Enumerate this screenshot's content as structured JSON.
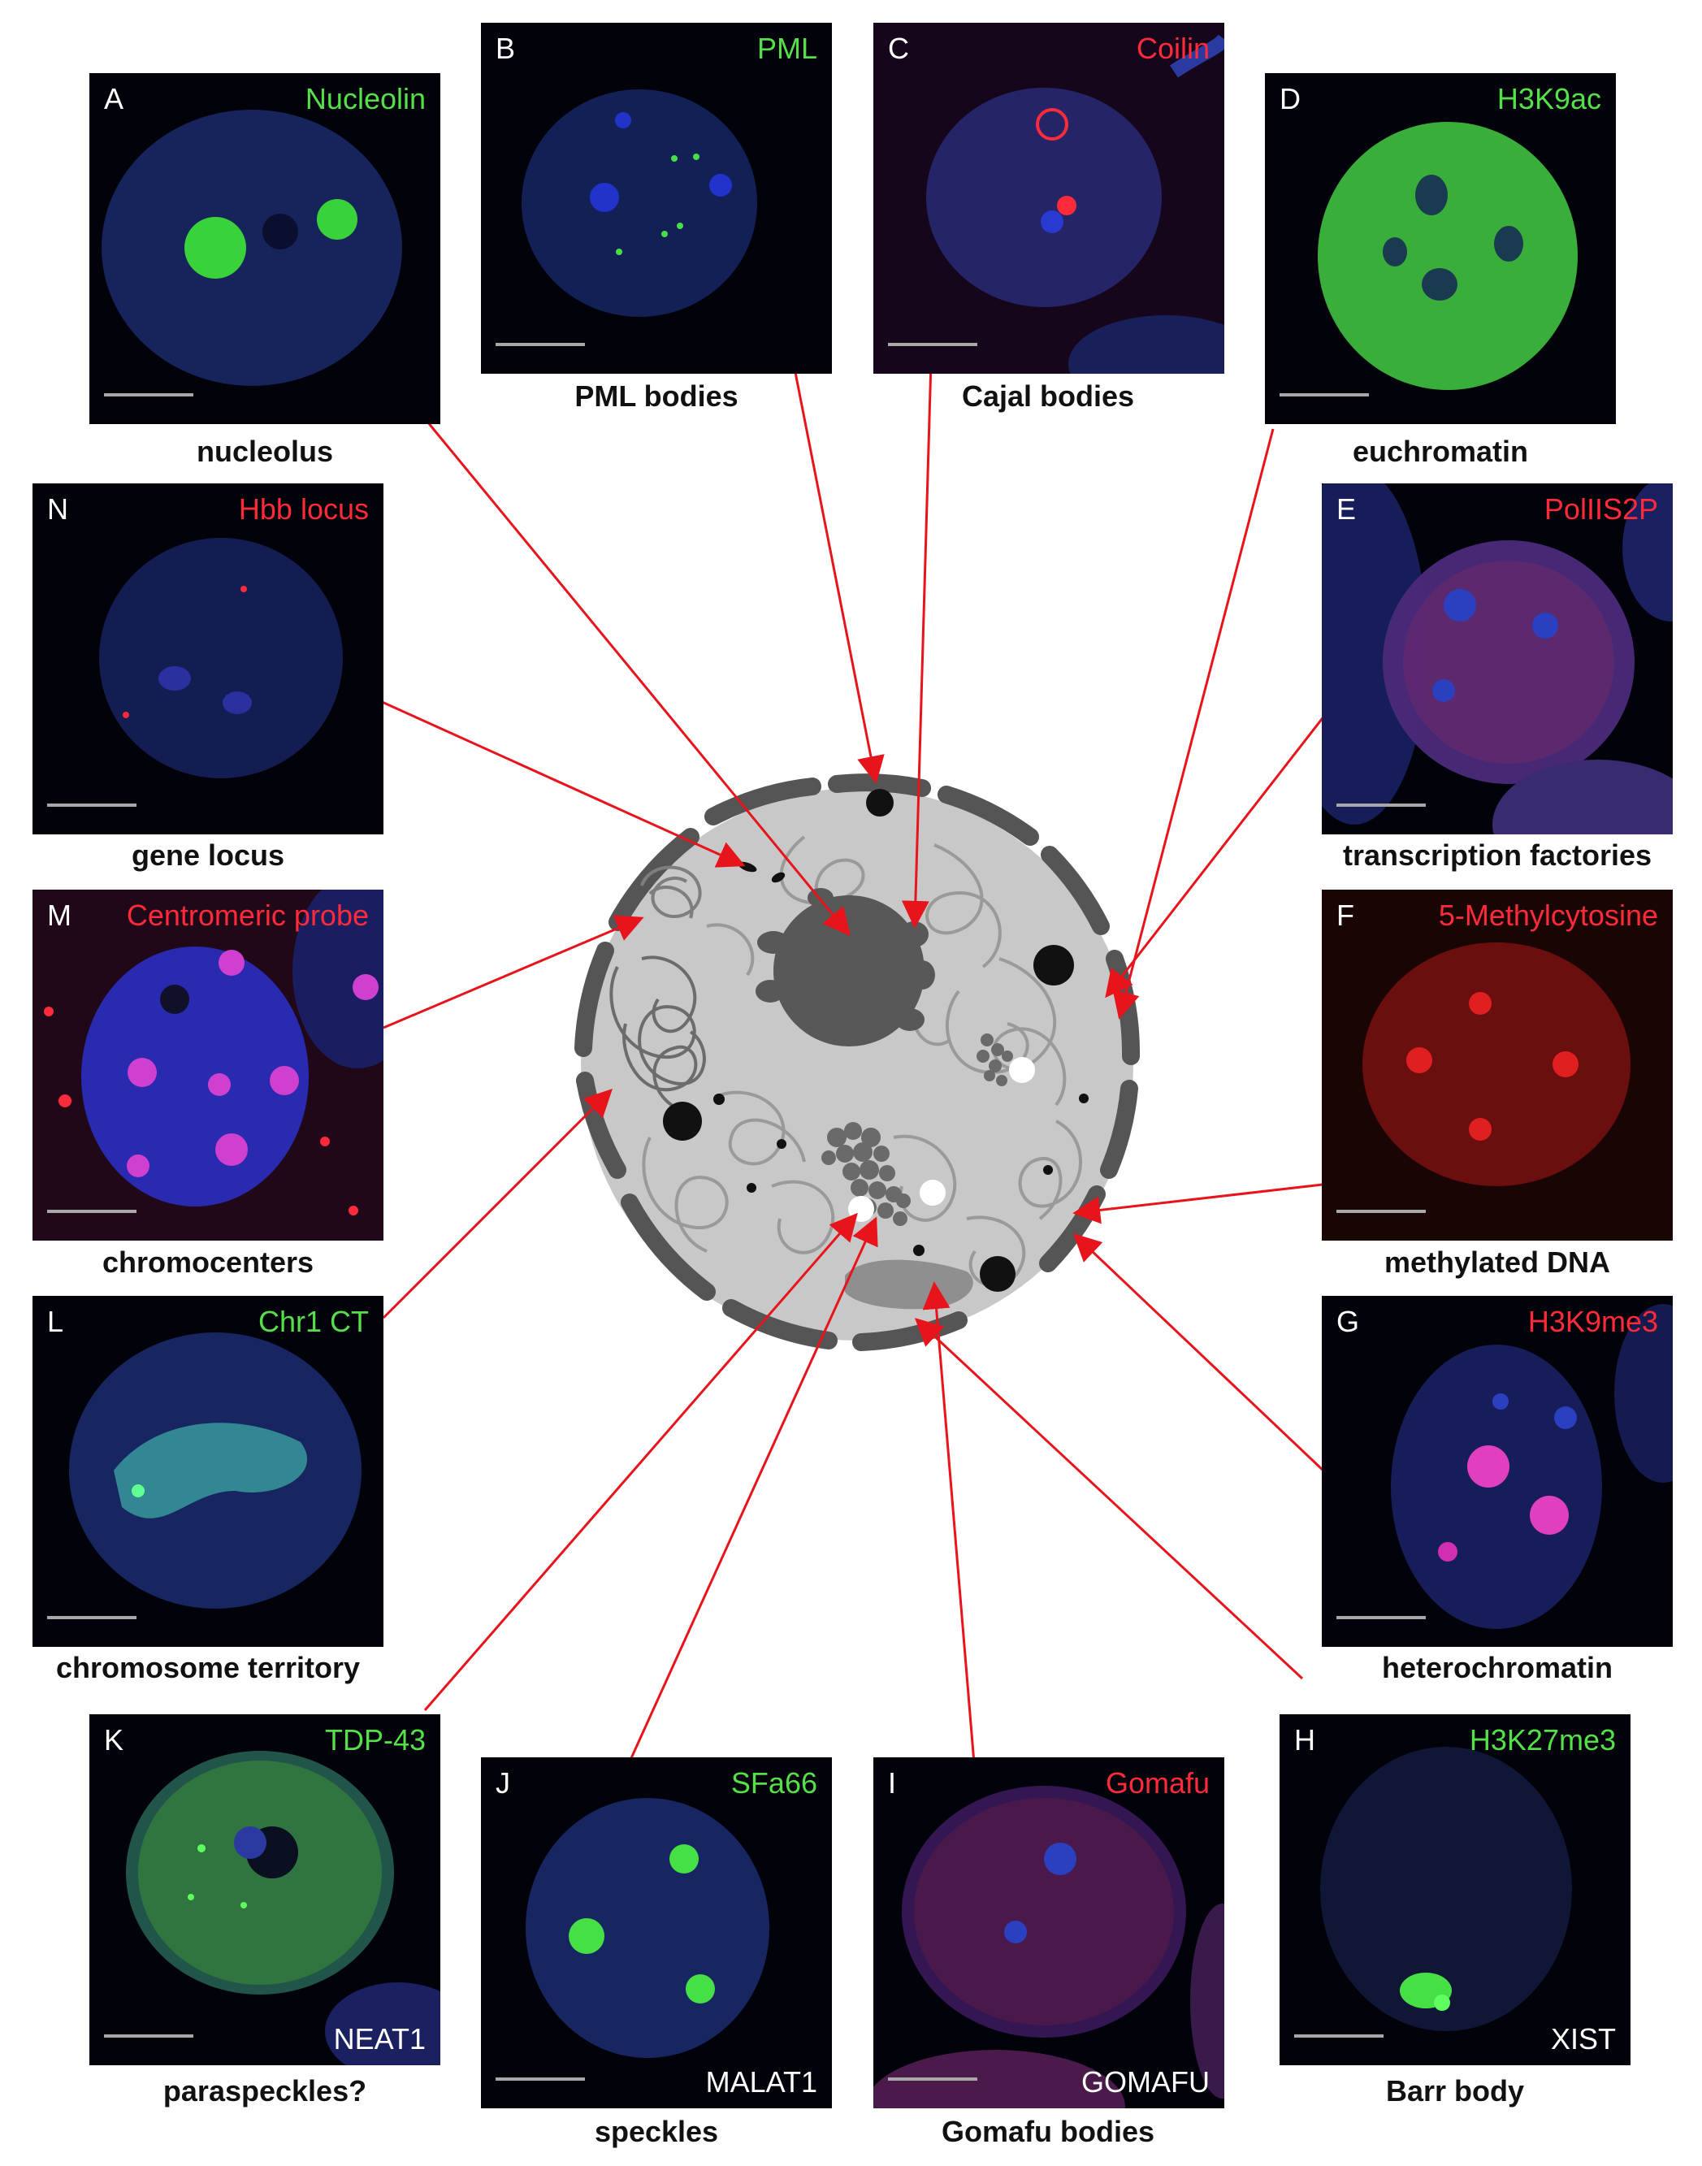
{
  "colors": {
    "green_marker": "#55e04a",
    "red_marker": "#ff2a3a",
    "white_marker": "#ffffff",
    "arrow": "#e8141c",
    "nucleus_fill": "#c8c8c8",
    "envelope": "#555555",
    "nucleolus": "#585858",
    "chromatin": "#9a9a9a"
  },
  "panels": [
    {
      "id": "A",
      "letter": "A",
      "marker": "Nucleolin",
      "marker_color": "green",
      "caption": "nucleolus",
      "rna": ""
    },
    {
      "id": "B",
      "letter": "B",
      "marker": "PML",
      "marker_color": "green",
      "caption": "PML bodies",
      "rna": ""
    },
    {
      "id": "C",
      "letter": "C",
      "marker": "Coilin",
      "marker_color": "red",
      "caption": "Cajal bodies",
      "rna": ""
    },
    {
      "id": "D",
      "letter": "D",
      "marker": "H3K9ac",
      "marker_color": "green",
      "caption": "euchromatin",
      "rna": ""
    },
    {
      "id": "E",
      "letter": "E",
      "marker": "PolIIS2P",
      "marker_color": "red",
      "caption": "transcription factories",
      "rna": ""
    },
    {
      "id": "F",
      "letter": "F",
      "marker": "5-Methylcytosine",
      "marker_color": "red",
      "caption": "methylated DNA",
      "rna": ""
    },
    {
      "id": "G",
      "letter": "G",
      "marker": "H3K9me3",
      "marker_color": "red",
      "caption": "heterochromatin",
      "rna": ""
    },
    {
      "id": "H",
      "letter": "H",
      "marker": "H3K27me3",
      "marker_color": "green",
      "caption": "Barr body",
      "rna": "XIST"
    },
    {
      "id": "I",
      "letter": "I",
      "marker": "Gomafu",
      "marker_color": "red",
      "caption": "Gomafu bodies",
      "rna": "GOMAFU"
    },
    {
      "id": "J",
      "letter": "J",
      "marker": "SFa66",
      "marker_color": "green",
      "caption": "speckles",
      "rna": "MALAT1"
    },
    {
      "id": "K",
      "letter": "K",
      "marker": "TDP-43",
      "marker_color": "green",
      "caption": "paraspeckles?",
      "rna": "NEAT1"
    },
    {
      "id": "L",
      "letter": "L",
      "marker": "Chr1 CT",
      "marker_color": "green",
      "caption": "chromosome territory",
      "rna": ""
    },
    {
      "id": "M",
      "letter": "M",
      "marker": "Centromeric probe",
      "marker_color": "red",
      "caption": "chromocenters",
      "rna": ""
    },
    {
      "id": "N",
      "letter": "N",
      "marker": "Hbb locus",
      "marker_color": "red",
      "caption": "gene locus",
      "rna": ""
    }
  ]
}
